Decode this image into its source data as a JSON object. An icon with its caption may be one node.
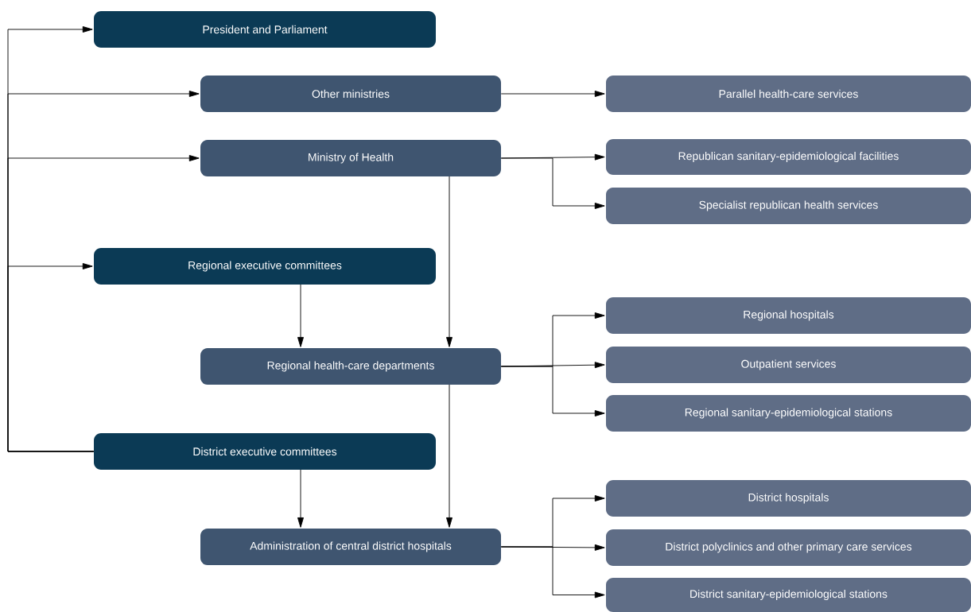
{
  "diagram": {
    "nodes": [
      {
        "text": [
          "President and Parliament"
        ]
      },
      {
        "text": [
          "Other ministries"
        ]
      },
      {
        "text": [
          "Parallel health-care services"
        ]
      },
      {
        "text": [
          "Ministry of Health"
        ]
      },
      {
        "text": [
          "Republican sanitary-epidemiological facilities"
        ]
      },
      {
        "text": [
          "Specialist republican health services"
        ]
      },
      {
        "text": [
          "Regional executive committees"
        ]
      },
      {
        "text": [
          "Regional health-care departments"
        ]
      },
      {
        "text": [
          "Regional hospitals"
        ]
      },
      {
        "text": [
          "Outpatient services"
        ]
      },
      {
        "text": [
          "Regional sanitary-epidemiological stations"
        ]
      },
      {
        "text": [
          "District executive committees"
        ]
      },
      {
        "text": [
          "Administration of central district hospitals"
        ]
      },
      {
        "text": [
          "District hospitals"
        ]
      },
      {
        "text": [
          "District polyclinics and other primary care services"
        ]
      },
      {
        "text": [
          "District sanitary-epidemiological stations"
        ]
      }
    ],
    "edges": [
      {
        "from": 11,
        "to": 0,
        "arrow": "to"
      },
      {
        "from": 11,
        "to": 1,
        "arrow": "to"
      },
      {
        "from": 11,
        "to": 3,
        "arrow": "to"
      },
      {
        "from": 11,
        "to": 6,
        "arrow": "to"
      },
      {
        "from": 1,
        "to": 2,
        "arrow": "to"
      },
      {
        "from": 3,
        "to": 4,
        "arrow": "to"
      },
      {
        "from": 3,
        "to": 5,
        "arrow": "to"
      },
      {
        "from": 3,
        "to": 7,
        "arrow": "to"
      },
      {
        "from": 6,
        "to": 7,
        "arrow": "to"
      },
      {
        "from": 7,
        "to": 8,
        "arrow": "to"
      },
      {
        "from": 7,
        "to": 9,
        "arrow": "to"
      },
      {
        "from": 7,
        "to": 10,
        "arrow": "to"
      },
      {
        "from": 7,
        "to": 12,
        "arrow": "to"
      },
      {
        "from": 11,
        "to": 12,
        "arrow": "to"
      },
      {
        "from": 12,
        "to": 13,
        "arrow": "to"
      },
      {
        "from": 12,
        "to": 14,
        "arrow": "to"
      },
      {
        "from": 12,
        "to": 15,
        "arrow": "to"
      }
    ]
  }
}
